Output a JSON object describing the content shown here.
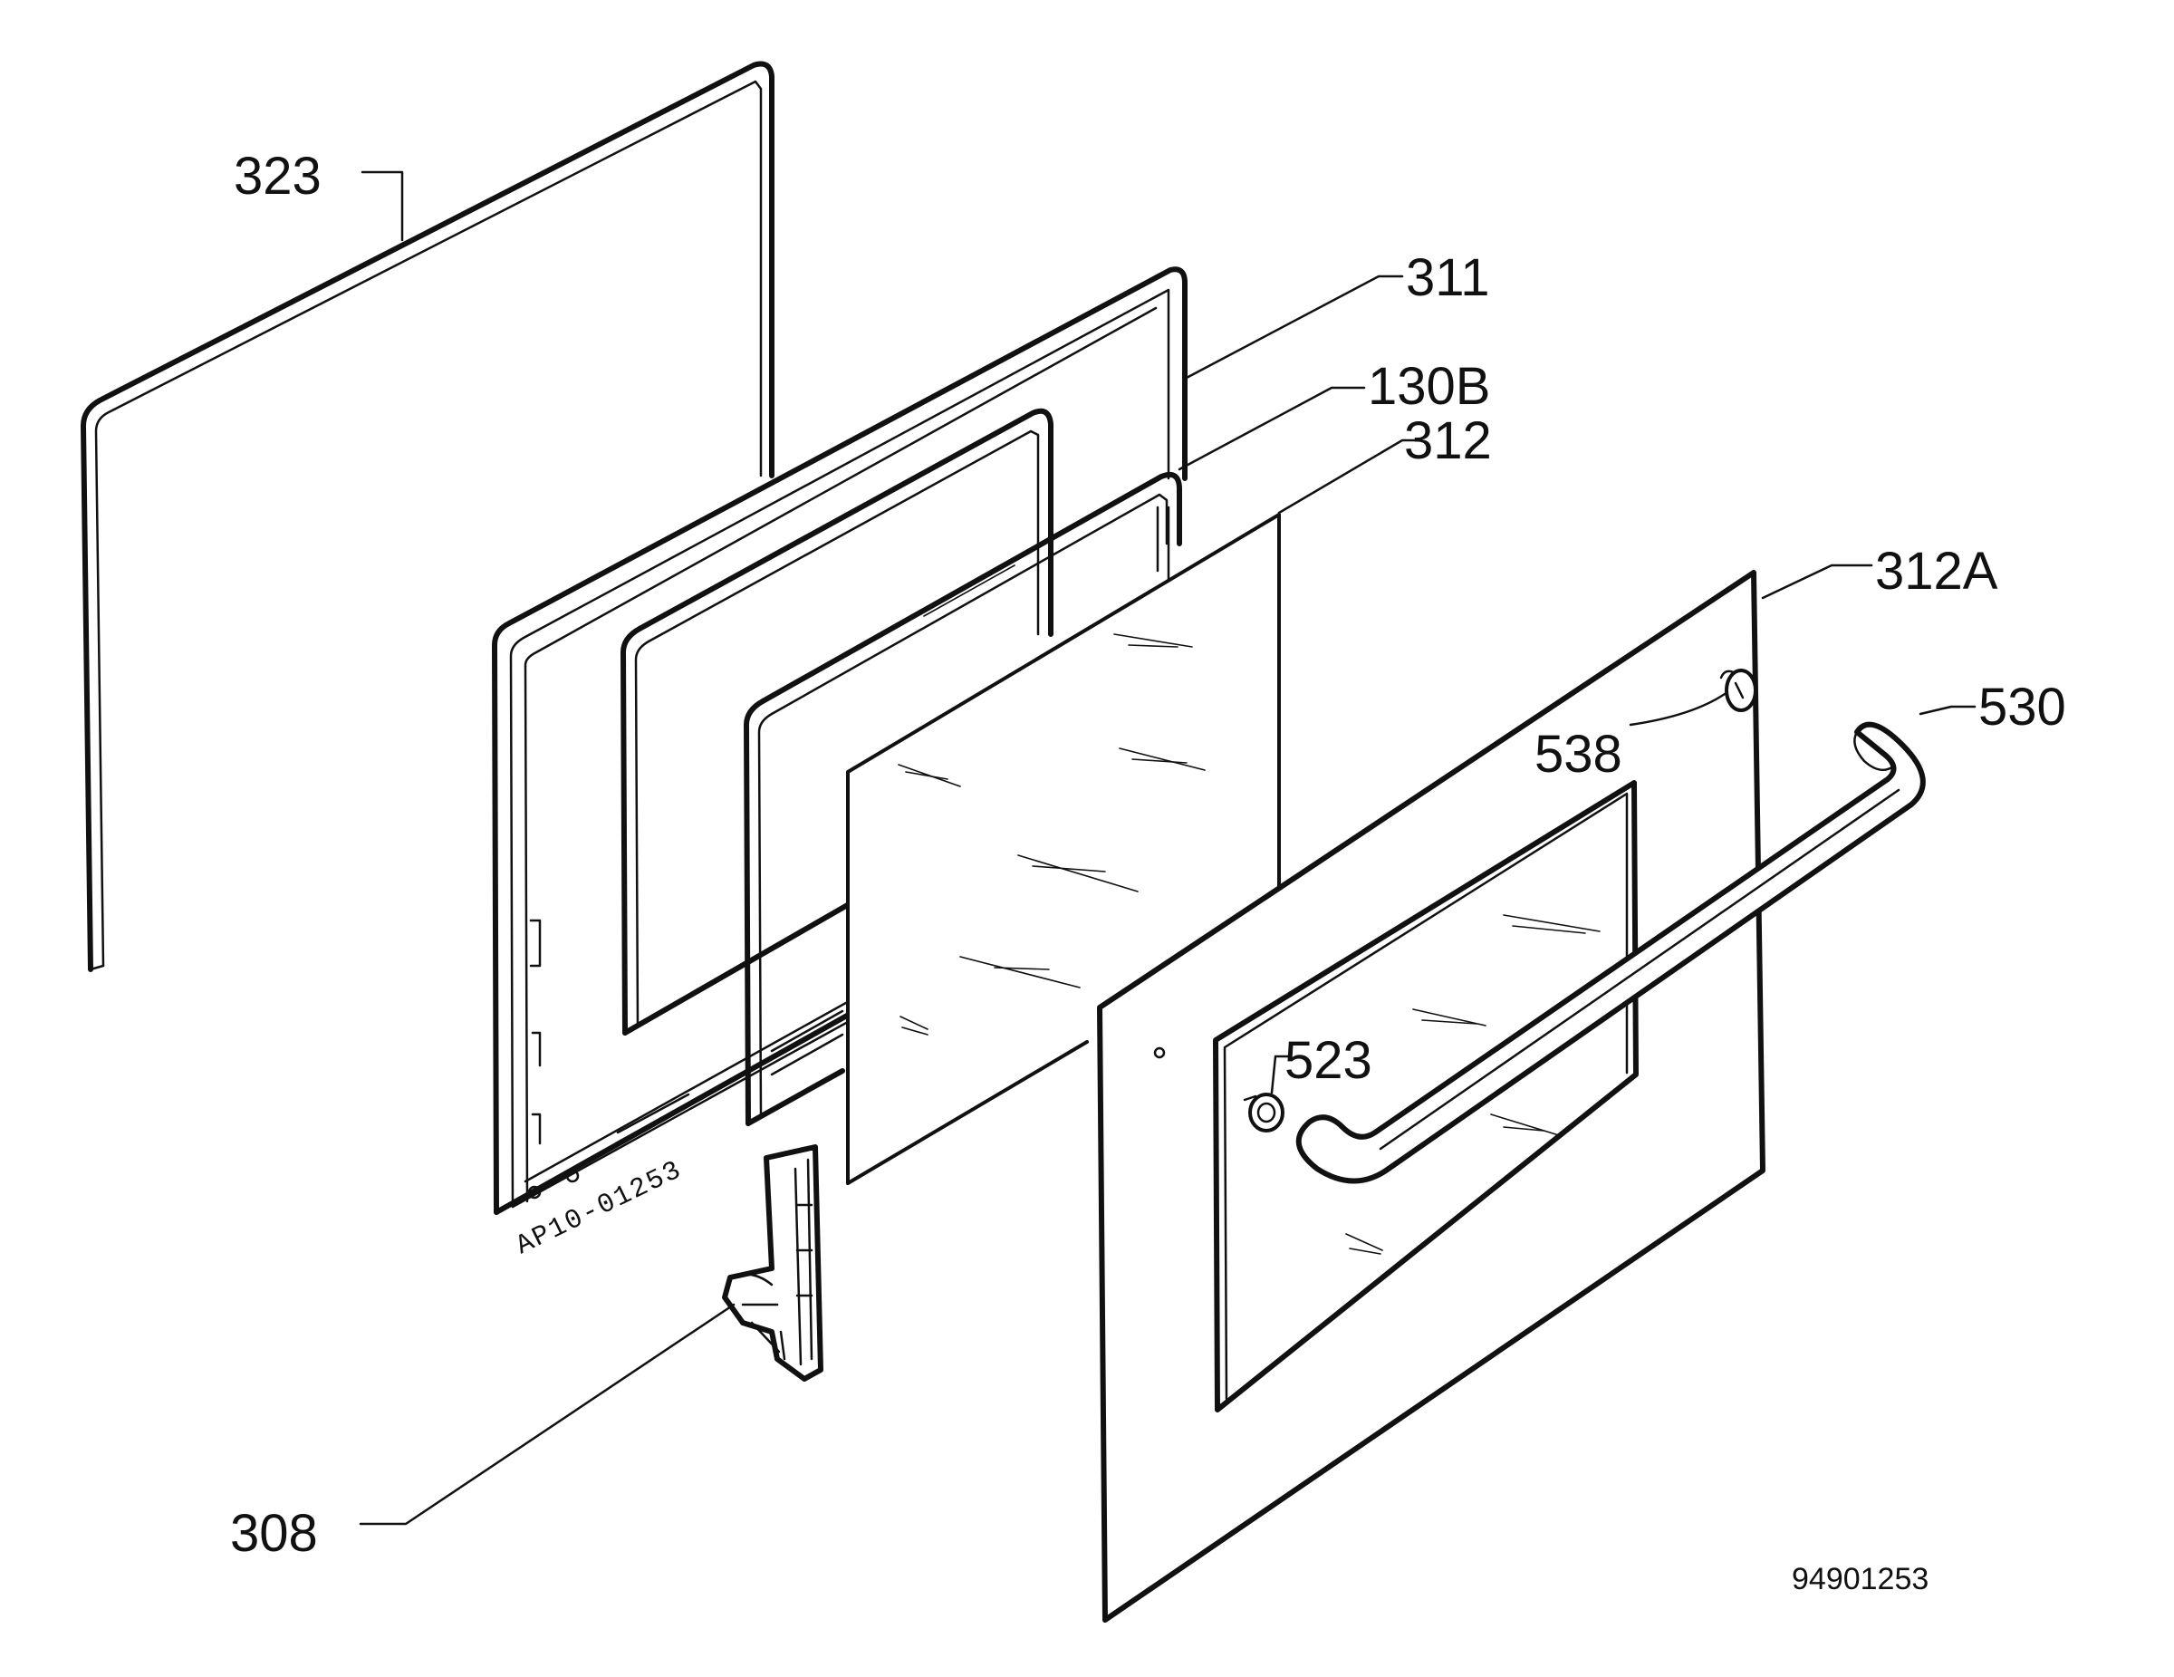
{
  "diagram": {
    "drawing_number": "94901253",
    "frame_stamp": "AP10-01253",
    "callouts": [
      {
        "id": "323",
        "text": "323"
      },
      {
        "id": "311",
        "text": "311"
      },
      {
        "id": "130B",
        "text": "130B"
      },
      {
        "id": "312",
        "text": "312"
      },
      {
        "id": "312A",
        "text": "312A"
      },
      {
        "id": "530",
        "text": "530"
      },
      {
        "id": "538",
        "text": "538"
      },
      {
        "id": "523",
        "text": "523"
      },
      {
        "id": "308",
        "text": "308"
      }
    ]
  },
  "colors": {
    "line": "#111111",
    "background": "#ffffff"
  }
}
